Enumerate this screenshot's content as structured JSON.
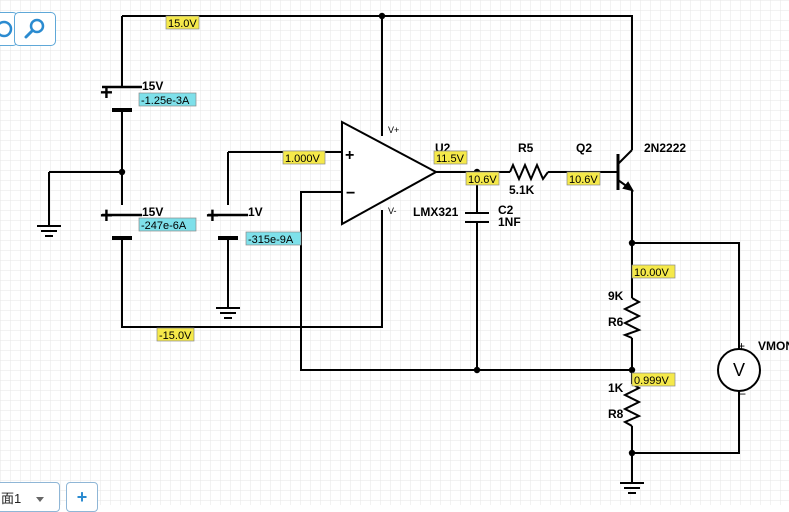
{
  "labels": {
    "supply_top_voltage": "15.0V",
    "supply_bottom_voltage": "-15.0V",
    "battery1_value": "15V",
    "battery1_current": "-1.25e-3A",
    "battery2_value": "15V",
    "battery2_current": "-247e-6A",
    "battery3_value": "1V",
    "battery3_current": "-315e-9A",
    "noninv_input_voltage": "1.000V",
    "opamp_name": "U2",
    "opamp_output_voltage": "11.5V",
    "opamp_model": "LMX321",
    "vplus_pin": "V+",
    "vminus_pin": "V-",
    "plus_sign": "+",
    "minus_sign": "−",
    "r5_name": "R5",
    "r5_value": "5.1K",
    "node_after_opamp_voltage": "10.6V",
    "base_voltage": "10.6V",
    "c2_name": "C2",
    "c2_value": "1NF",
    "q2_name": "Q2",
    "q2_model": "2N2222",
    "r6_value": "9K",
    "r6_name": "R6",
    "emitter_voltage": "10.00V",
    "r8_value": "1K",
    "r8_name": "R8",
    "feedback_voltage": "0.999V",
    "vmon_name": "VMON",
    "vmon_symbol": "V",
    "vmon_plus": "+",
    "vmon_minus": "−"
  },
  "bottom_tabs": {
    "page_label": "面1",
    "add_label": "+"
  },
  "colors": {
    "voltage_label_bg": "#f5e94a",
    "current_label_bg": "#7ee0ea",
    "grid_line": "#e2e2e2",
    "wire": "#000000",
    "accent": "#2b8bd0"
  },
  "icons": {
    "left_tool": "refresh-icon",
    "zoom_tool": "zoom-icon",
    "tab_dropdown": "chevron-down-icon",
    "add_tab": "plus-icon"
  }
}
